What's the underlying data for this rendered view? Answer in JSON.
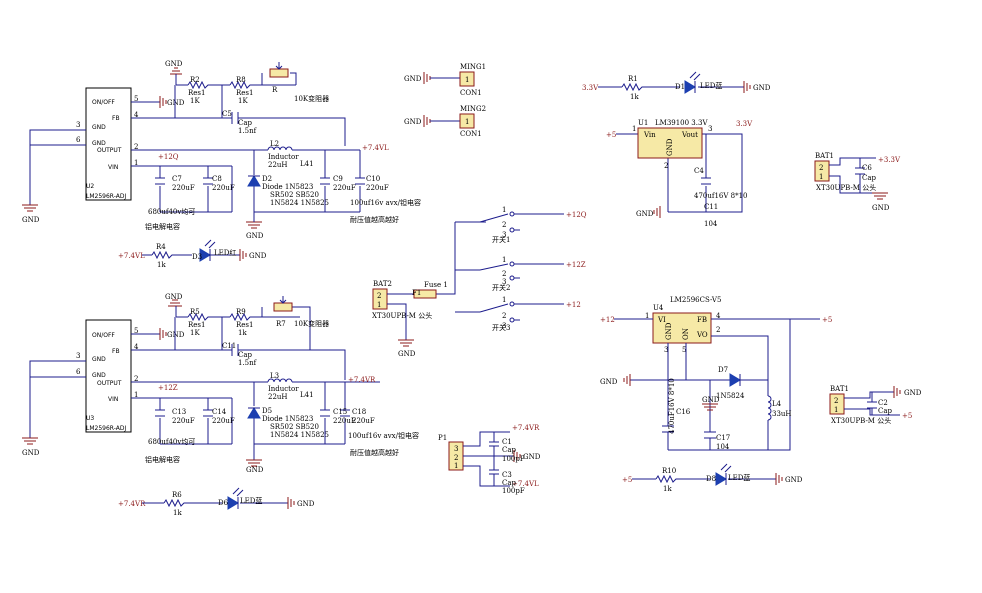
{
  "schematic": {
    "net": {
      "gnd": "GND",
      "v12q": "+12Q",
      "v12z": "+12Z",
      "v12": "+12",
      "v74vl": "+7.4VL",
      "v74vr": "+7.4VR",
      "v5": "+5",
      "v33": "3.3V",
      "v33p": "+3.3V"
    },
    "buck1": {
      "ic_ref": "U2",
      "ic_name": "LM2596R-ADJ",
      "pins": [
        "ON/OFF",
        "FB",
        "GND",
        "GND",
        "OUTPUT",
        "VIN"
      ],
      "pin_nums": [
        "5",
        "4",
        "3",
        "6",
        "2",
        "1"
      ],
      "r2": "R2",
      "r2v": "Res1",
      "r2n": "1K",
      "r8": "R8",
      "r8v": "Res1",
      "r8n": "1K",
      "pot": "R",
      "pot_note": "10K变阻器",
      "c5": "C5",
      "c5v": "Cap",
      "c5n": "1.5nf",
      "l2": "L2",
      "l2v": "Inductor",
      "l2n": "22uH",
      "l41": "L41",
      "d2": "D2",
      "d2v": "Diode 1N5823",
      "d_alt1": "SR502 SB520",
      "d_alt2": "1N5824 1N5825",
      "c7": "C7",
      "c7v": "220uF",
      "c8": "C8",
      "c8v": "220uF",
      "c9": "C9",
      "c9v": "220uF",
      "c10": "C10",
      "c10v": "220uF",
      "cap_in_note": "680uf40v均可",
      "cap_in_note2": "铝电解电容",
      "cap_out_note": "100uf16v avx/钽电容",
      "cap_out_note2": "耐压值越高越好"
    },
    "buck2": {
      "ic_ref": "U3",
      "ic_name": "LM2596R-ADJ",
      "r5": "R5",
      "r5v": "Res1",
      "r5n": "1K",
      "r9": "R9",
      "r9v": "Res1",
      "r9n": "1k",
      "pot": "R7",
      "pot_note": "10K变阻器",
      "c11": "C11",
      "c11v": "Cap",
      "c11n": "1.5nf",
      "l3": "L3",
      "l3v": "Inductor",
      "l3n": "22uH",
      "l41": "L41",
      "d5": "D5",
      "d5v": "Diode 1N5823",
      "d_alt1": "SR502 SB520",
      "d_alt2": "1N5824 1N5825",
      "c13": "C13",
      "c13v": "220uF",
      "c14": "C14",
      "c14v": "220uF",
      "c15": "C15",
      "c18": "C18",
      "c18v": "220uF",
      "c15v": "220uF",
      "cap_in_note": "680uf40v均可",
      "cap_in_note2": "铝电解电容",
      "cap_out_note": "100uf16v avx/钽电容",
      "cap_out_note2": "耐压值越高越好"
    },
    "led_left": {
      "r4": "R4",
      "r4n": "1k",
      "d3": "D3",
      "d3v": "LED红",
      "r6": "R6",
      "r6n": "1k",
      "d6": "D6",
      "d6v": "LED蓝"
    },
    "ming": {
      "m1": "MING1",
      "m1c": "CON1",
      "m2": "MING2",
      "m2c": "CON1",
      "pin": "1"
    },
    "battery_switch": {
      "bat2": "BAT2",
      "bat2v": "XT30UPB-M 公头",
      "fuse": "F1",
      "fusev": "Fuse 1",
      "sw1": "开关1",
      "sw2": "开关2",
      "sw3": "开关3",
      "pins": [
        "1",
        "2",
        "3"
      ]
    },
    "p1": {
      "ref": "P1",
      "pins": [
        "3",
        "2",
        "1"
      ],
      "c1": "C1",
      "c1v": "Cap",
      "c1n": "100pF",
      "c3": "C3",
      "c3v": "Cap",
      "c3n": "100pF"
    },
    "top_right": {
      "r1": "R1",
      "r1n": "1k",
      "d1": "D1",
      "d1v": "LED蓝",
      "u1": "U1",
      "u1v": "LM39100 3.3V",
      "vin": "Vin",
      "vout": "Vout",
      "gnd_pin": "GND",
      "c4": "C4",
      "c4v": "470uf16V 8*10",
      "c11": "C11",
      "c11v": "104",
      "bat1": "BAT1",
      "bat1v": "XT30UPB-M 公头",
      "c6": "C6",
      "c6v": "Cap",
      "pin1": "1",
      "pin2": "2",
      "pin3": "3"
    },
    "buck3": {
      "u4": "U4",
      "u4v": "LM2596CS-V5",
      "vi": "VI",
      "fb": "FB",
      "gnd_pin": "GND",
      "on": "ON",
      "vo": "VO",
      "d7": "D7",
      "d7v": "1N5824",
      "l4": "L4",
      "l4v": "33uH",
      "c16": "C16",
      "c16v": "470uF16V 8*10",
      "c17": "C17",
      "c17v": "104",
      "r10": "R10",
      "r10n": "1k",
      "d8": "D8",
      "d8v": "LED蓝",
      "bat1": "BAT1",
      "bat1v": "XT30UPB-M 公头",
      "c2": "C2",
      "c2v": "Cap",
      "pins": [
        "1",
        "2",
        "3",
        "4",
        "5"
      ]
    }
  }
}
